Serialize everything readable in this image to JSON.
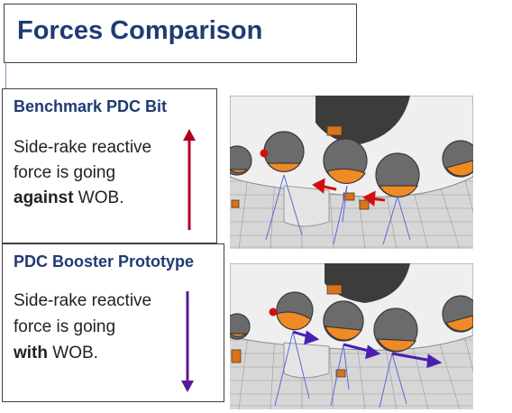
{
  "slide": {
    "title": "Forces Comparison"
  },
  "benchmark": {
    "heading": "Benchmark PDC Bit",
    "line1": "Side-rake reactive",
    "line2": "force is going",
    "line3_bold": "against",
    "line3_rest": " WOB.",
    "arrow_direction": "up",
    "arrow_color": "#b00020"
  },
  "booster": {
    "heading": "PDC Booster Prototype",
    "line1": "Side-rake reactive",
    "line2": "force is going",
    "line3_bold": "with",
    "line3_rest": " WOB.",
    "arrow_direction": "down",
    "arrow_color": "#5a189a"
  },
  "colors": {
    "title_text": "#1f3b73",
    "cutter_orange": "#f08a24",
    "cutter_gray": "#6b6b6b",
    "force_red": "#d01010",
    "force_purple": "#4b1fb0"
  }
}
